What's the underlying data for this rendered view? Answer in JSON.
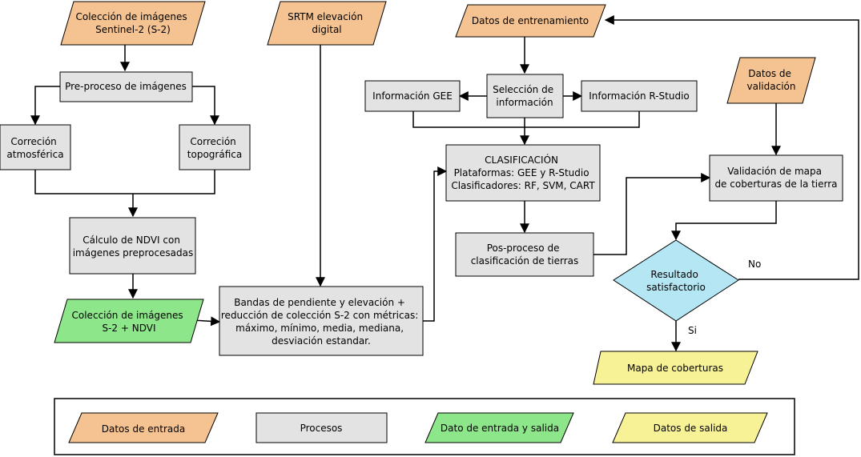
{
  "nodes": {
    "sentinel": [
      "Colección de imágenes",
      "Sentinel-2 (S-2)"
    ],
    "srtm": [
      "SRTM elevación",
      "digital"
    ],
    "datos_entrenamiento": [
      "Datos de entrenamiento"
    ],
    "preproceso": [
      "Pre-proceso de imágenes"
    ],
    "corr_atm": [
      "Correción",
      "atmosférica"
    ],
    "corr_topo": [
      "Correción",
      "topográfica"
    ],
    "ndvi": [
      "Cálculo de NDVI con",
      "imágenes preprocesadas"
    ],
    "s2_ndvi": [
      "Colección de imágenes",
      "S-2 + NDVI"
    ],
    "bandas": [
      "Bandas de pendiente y elevación +",
      "reducción de colección S-2 con métricas:",
      "máximo, mínimo, media, mediana,",
      "desviación estandar."
    ],
    "info_gee": [
      "Información GEE"
    ],
    "seleccion": [
      "Selección de",
      "información"
    ],
    "info_rstudio": [
      "Información R-Studio"
    ],
    "clasificacion": [
      "CLASIFICACIÓN",
      "Plataformas: GEE y R-Studio",
      "Clasificadores: RF, SVM, CART"
    ],
    "posproceso": [
      "Pos-proceso de",
      "clasificación de tierras"
    ],
    "datos_validacion": [
      "Datos de",
      "validación"
    ],
    "validacion": [
      "Validación de mapa",
      "de coberturas de la tierra"
    ],
    "resultado": [
      "Resultado",
      "satisfactorio"
    ],
    "mapa": [
      "Mapa de coberturas"
    ]
  },
  "edge_labels": {
    "no": "No",
    "si": "Si"
  },
  "legend": {
    "entrada": "Datos de entrada",
    "procesos": "Procesos",
    "entrada_salida": "Dato de entrada y salida",
    "salida": "Datos de salida"
  },
  "colors": {
    "entrada": "#f5c391",
    "proceso": "#e3e3e3",
    "entrada_salida": "#8ee68a",
    "salida": "#f8f296",
    "decision": "#b4e6f3"
  }
}
